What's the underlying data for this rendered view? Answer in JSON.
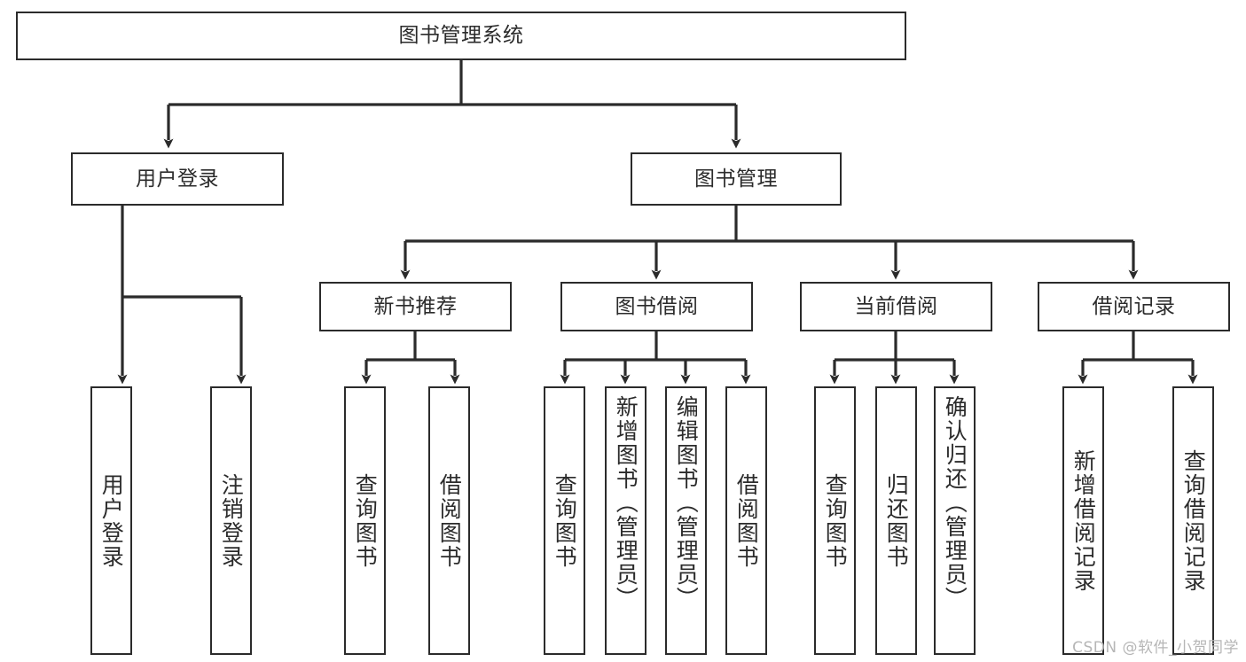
{
  "diagram": {
    "title": "图书管理系统",
    "type": "tree-hierarchy-chart",
    "root": {
      "label": "图书管理系统"
    },
    "level2": [
      {
        "label": "用户登录"
      },
      {
        "label": "图书管理"
      }
    ],
    "level3": [
      {
        "label": "新书推荐"
      },
      {
        "label": "图书借阅"
      },
      {
        "label": "当前借阅"
      },
      {
        "label": "借阅记录"
      }
    ],
    "leaves": {
      "user_login": [
        {
          "label": "用户登录"
        },
        {
          "label": "注销登录"
        }
      ],
      "new_book_recommend": [
        {
          "label": "查询图书"
        },
        {
          "label": "借阅图书"
        }
      ],
      "book_borrow": [
        {
          "label": "查询图书"
        },
        {
          "label": "新增图书（管理员）"
        },
        {
          "label": "编辑图书（管理员）"
        },
        {
          "label": "借阅图书"
        }
      ],
      "current_borrow": [
        {
          "label": "查询图书"
        },
        {
          "label": "归还图书"
        },
        {
          "label": "确认归还（管理员）"
        }
      ],
      "borrow_record": [
        {
          "label": "新增借阅记录"
        },
        {
          "label": "查询借阅记录"
        }
      ]
    }
  },
  "watermark": {
    "text": "CSDN @软件_小贺同学"
  },
  "colors": {
    "stroke": "#2b2b2b",
    "background": "#ffffff",
    "watermark": "#b6b6b6"
  }
}
